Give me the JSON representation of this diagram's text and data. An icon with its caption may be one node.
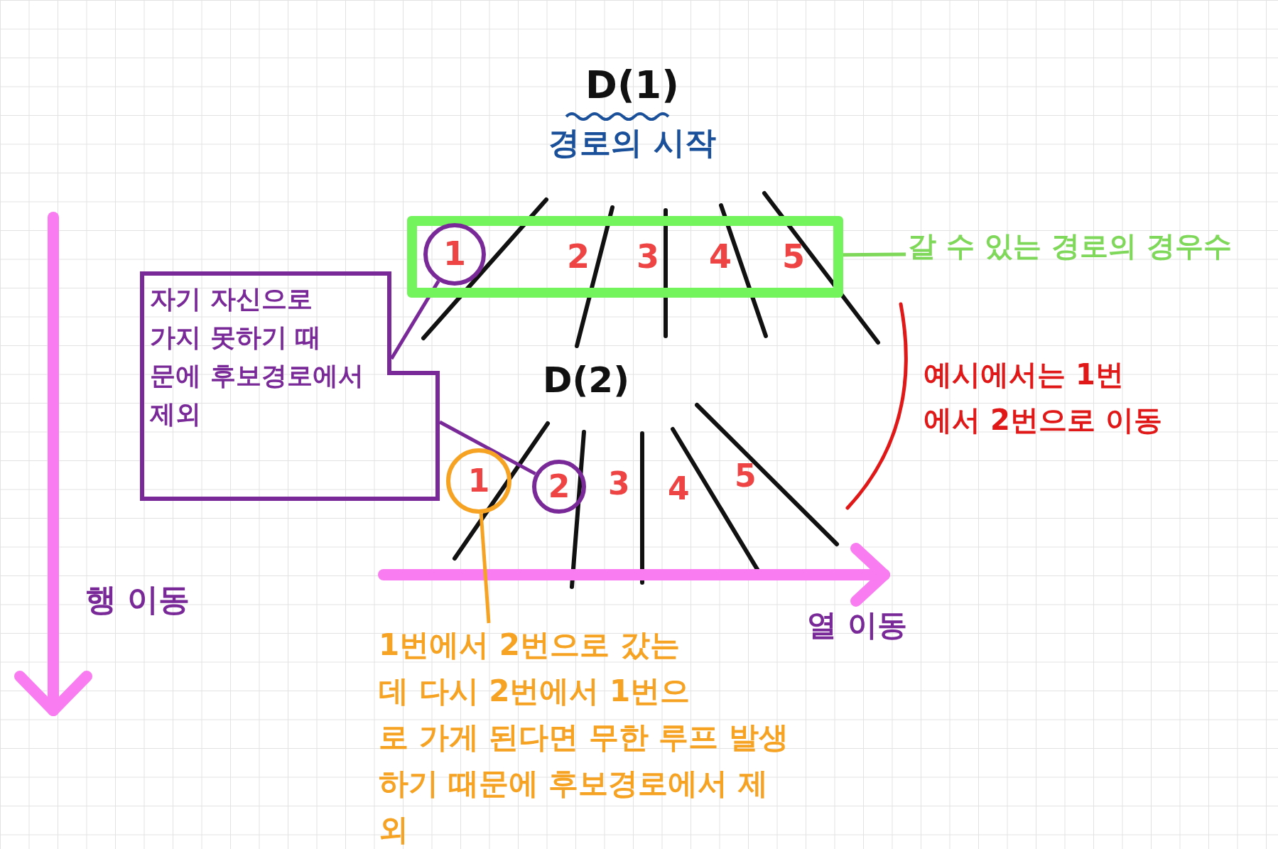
{
  "diagram": {
    "nodes": [
      {
        "text": [
          "D(1)",
          "경로의 시작"
        ]
      },
      {
        "text": [
          "2",
          "3",
          "4",
          "5"
        ]
      },
      {
        "text": [
          "1"
        ],
        "in": 1
      },
      {
        "text": [
          "갈 수 있는 경로의 경우수"
        ]
      },
      {
        "text": [
          "자기 자신으로 가지 못하기 때문에 후보경로에서 제외"
        ]
      },
      {
        "text": [
          "D(2)"
        ]
      },
      {
        "text": [
          "1"
        ]
      },
      {
        "text": [
          "2"
        ]
      },
      {
        "text": [
          "예시에서는 1번에서 2번으로 이동"
        ]
      },
      {
        "text": [
          "1번에서 2번으로 갔는데 다시 2번에서 1번으로 가게 된다면 무한 루프 발생하기 때문에 후보경로에서 제외"
        ]
      }
    ],
    "edges": [
      {
        "from": 3,
        "to": 1,
        "arrow": "none",
        "color": "#7fd85a"
      },
      {
        "from": 4,
        "to": 2,
        "arrow": "none",
        "color": "#7a2a98"
      },
      {
        "from": 4,
        "to": 7,
        "arrow": "none",
        "color": "#7a2a98"
      },
      {
        "from": 9,
        "to": 6,
        "arrow": "none",
        "color": "#f6a324"
      }
    ],
    "labels": [
      "3",
      "4",
      "5",
      "행 이동",
      "열 이동"
    ]
  }
}
